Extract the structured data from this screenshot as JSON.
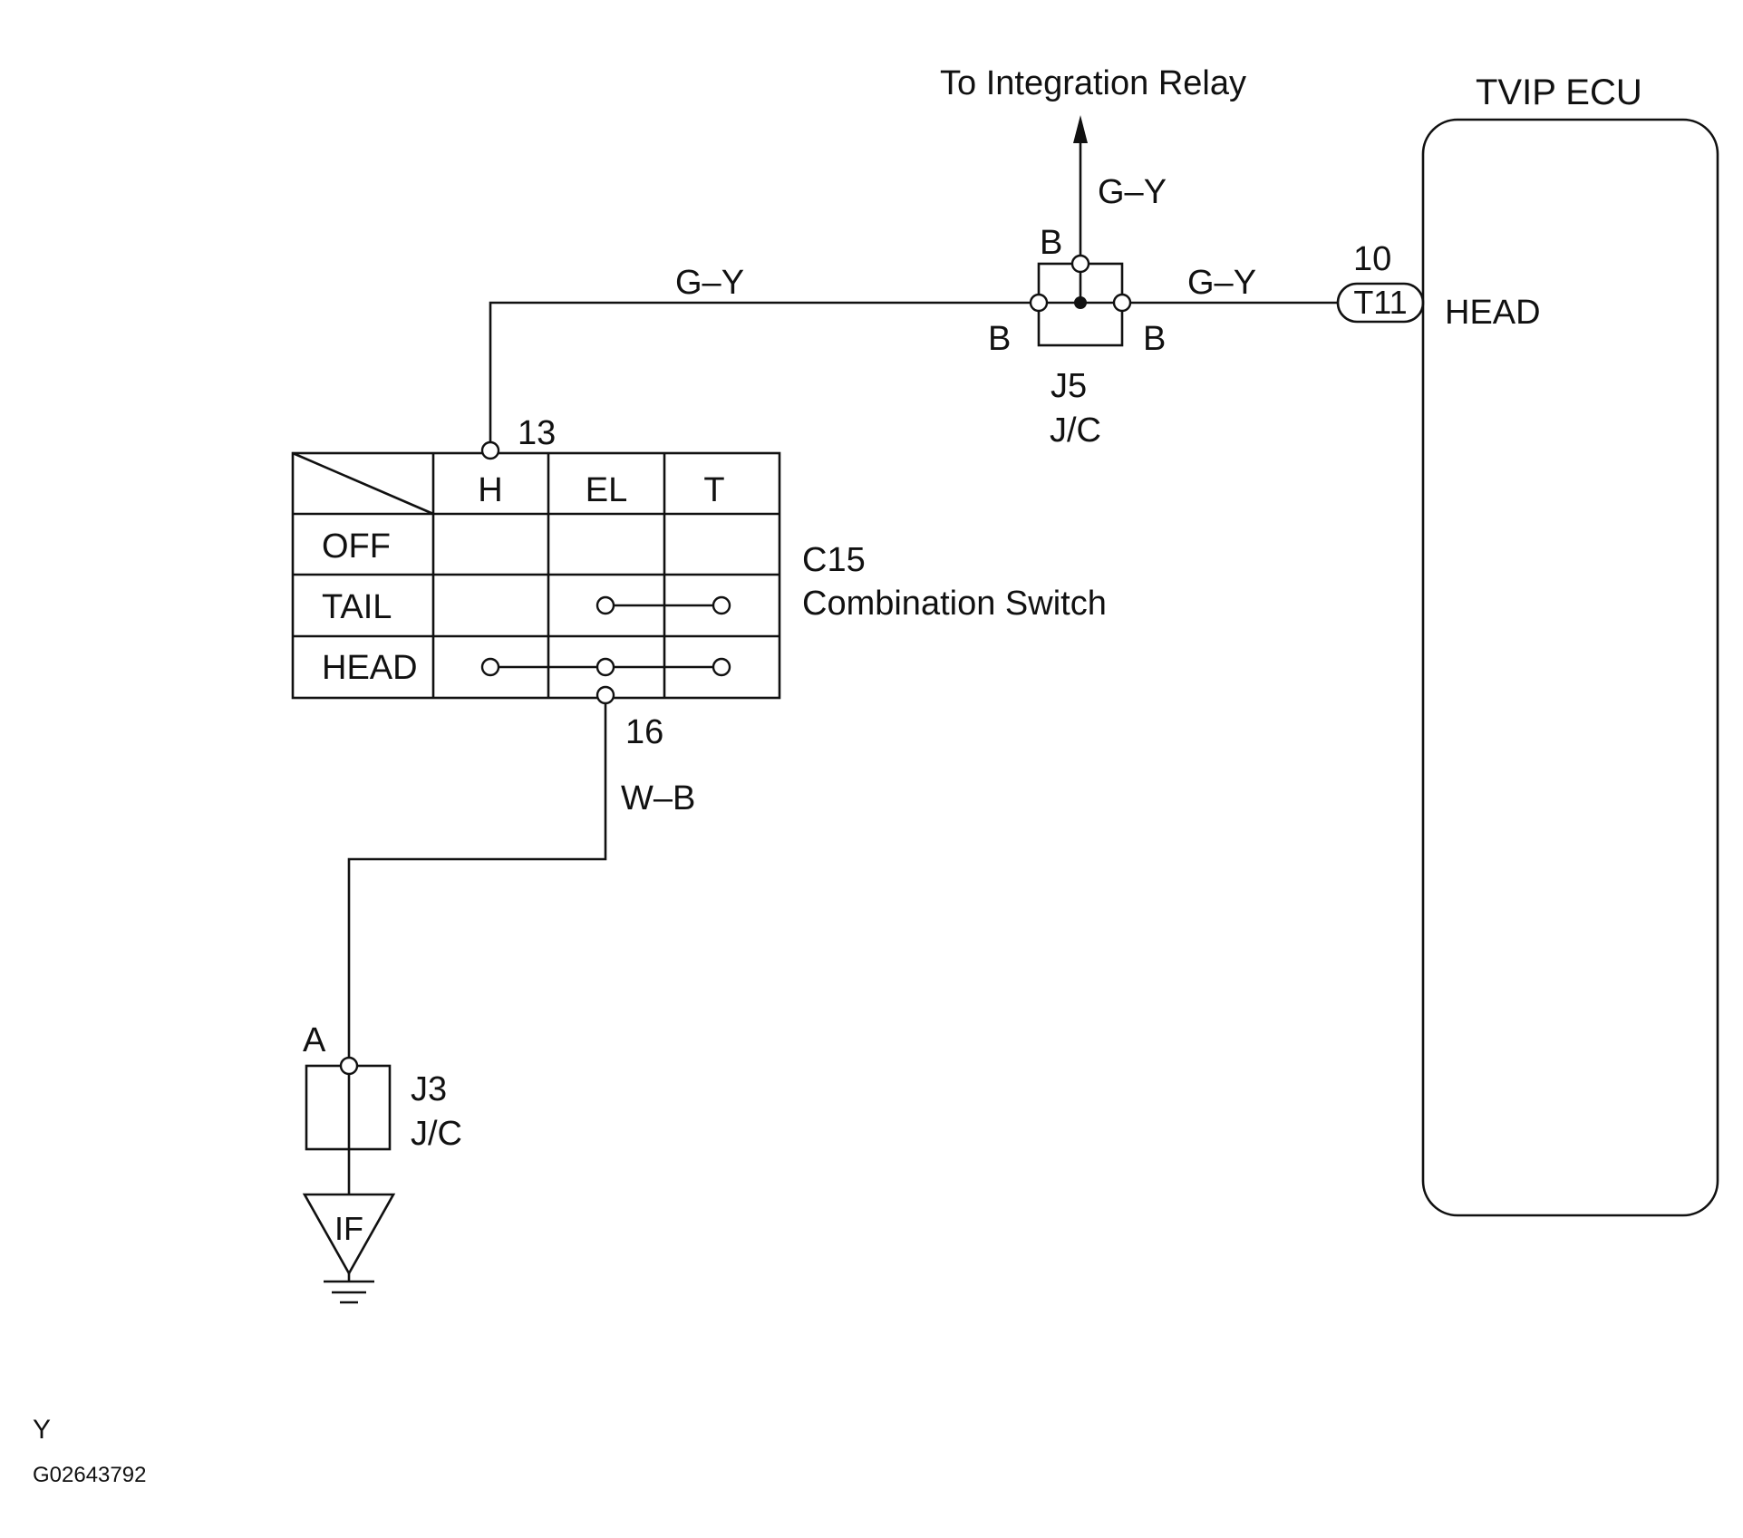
{
  "to_integration_relay": "To Integration Relay",
  "ecu": {
    "title": "TVIP ECU",
    "pin_number": "10",
    "connector": "T11",
    "terminal": "HEAD"
  },
  "wires": {
    "switch_to_jc": "G–Y",
    "jc_to_relay": "G–Y",
    "jc_to_ecu": "G–Y",
    "switch_to_ground": "W–B"
  },
  "j5": {
    "pin_top": "B",
    "pin_left": "B",
    "pin_right": "B",
    "name": "J5",
    "type": "J/C"
  },
  "combination_switch": {
    "pin_top": "13",
    "pin_bottom": "16",
    "id": "C15",
    "name": "Combination Switch",
    "columns": [
      "H",
      "EL",
      "T"
    ],
    "rows": [
      "OFF",
      "TAIL",
      "HEAD"
    ]
  },
  "j3": {
    "pin": "A",
    "name": "J3",
    "type": "J/C"
  },
  "ground_code": "IF",
  "footer": {
    "letter": "Y",
    "code": "G02643792"
  }
}
